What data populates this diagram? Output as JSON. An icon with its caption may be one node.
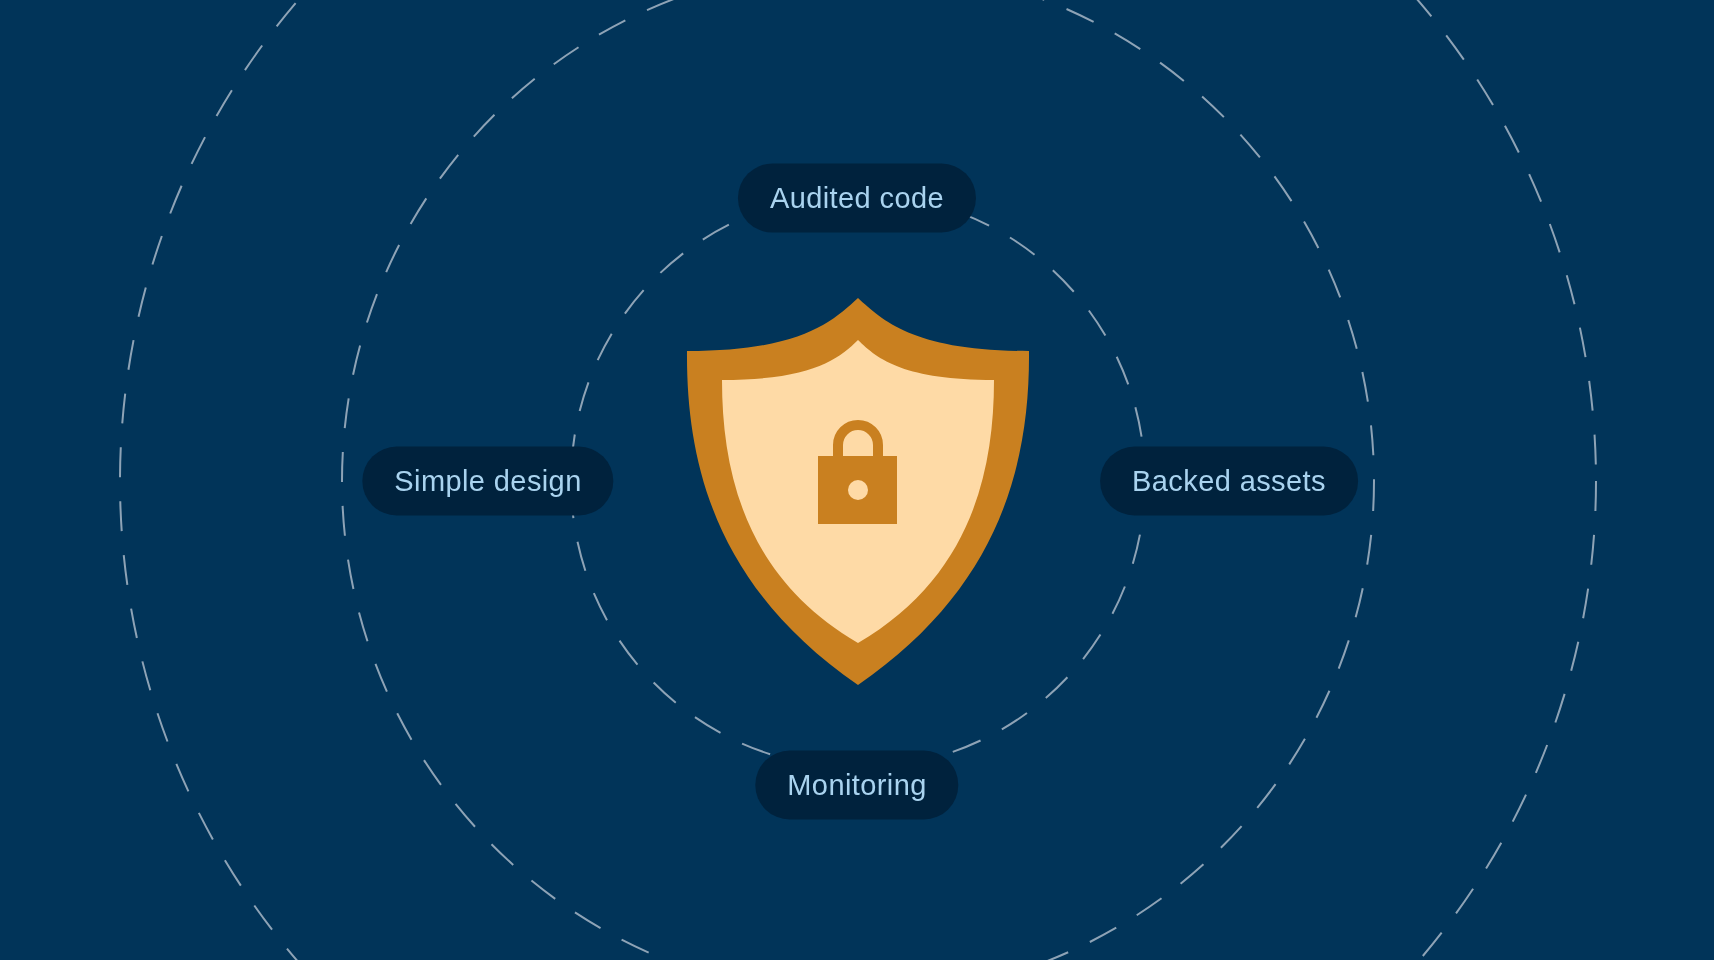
{
  "diagram": {
    "nodes": [
      {
        "text": [
          "Audited code"
        ]
      },
      {
        "text": [
          "Simple design"
        ]
      },
      {
        "text": [
          "Backed assets"
        ]
      },
      {
        "text": [
          "Monitoring"
        ]
      }
    ]
  }
}
